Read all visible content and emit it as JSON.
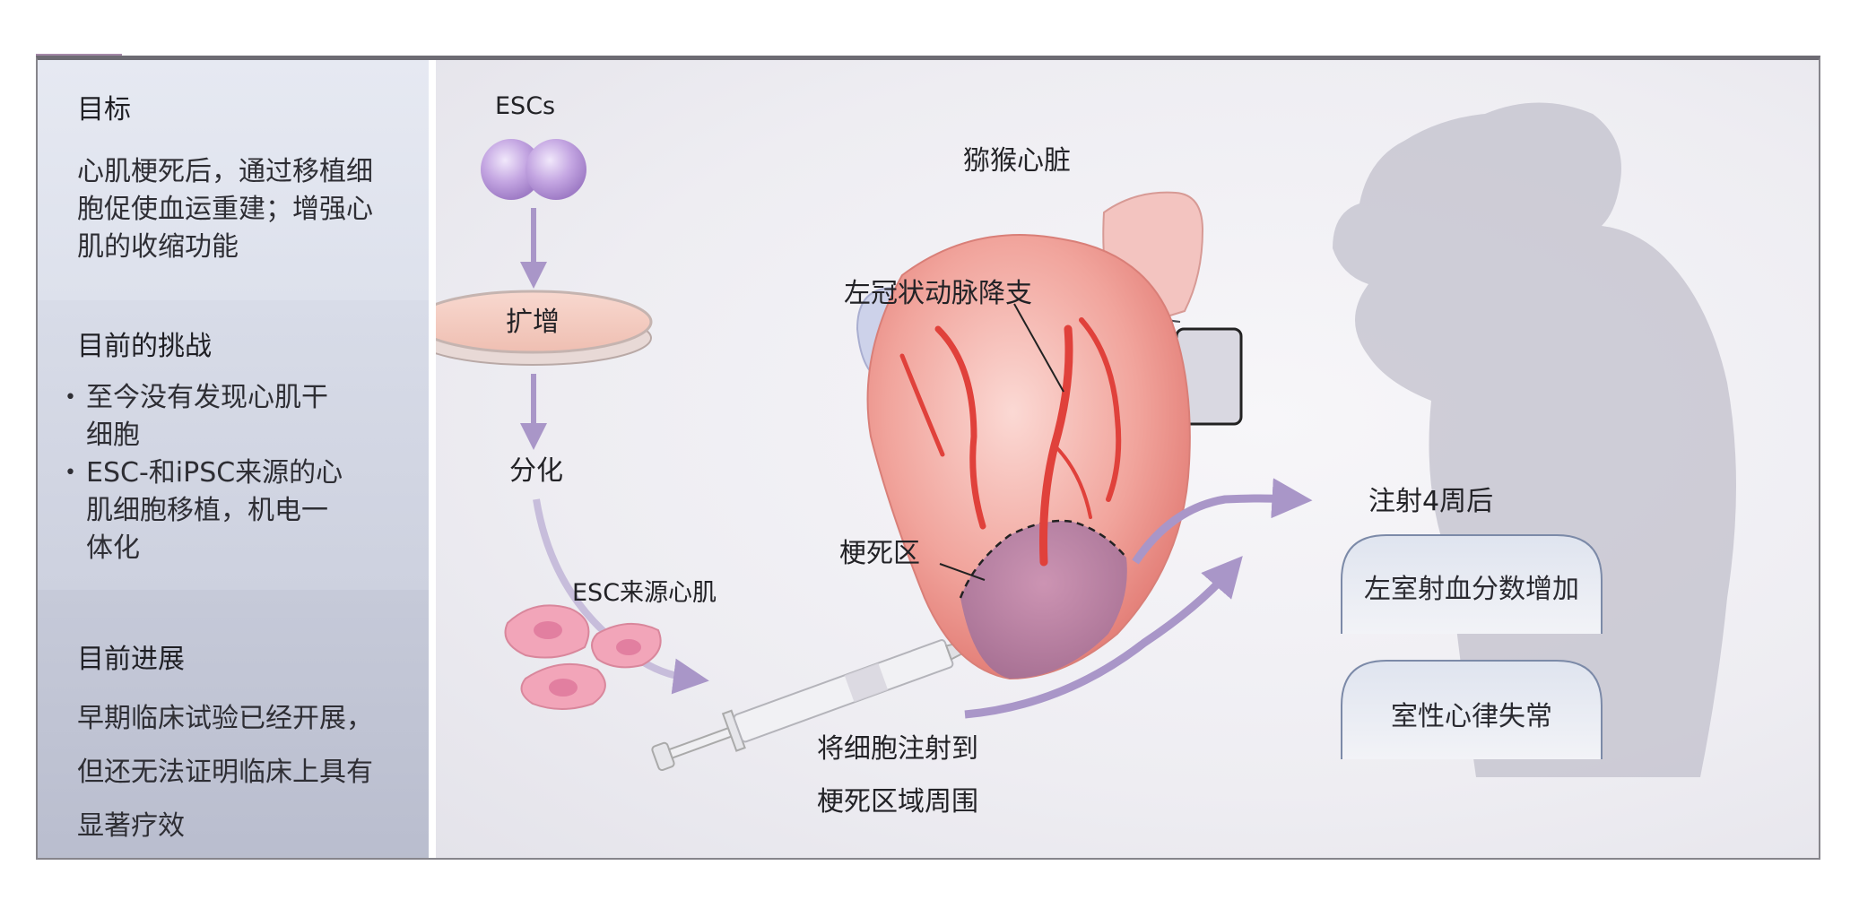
{
  "left_panel": {
    "goal": {
      "title": "目标",
      "text_lines": [
        "心肌梗死后，通过移植细",
        "胞促使血运重建；增强心",
        "肌的收缩功能"
      ]
    },
    "challenges": {
      "title": "目前的挑战",
      "bullets": [
        {
          "lines": [
            "至今没有发现心肌干",
            "细胞"
          ]
        },
        {
          "lines": [
            "ESC-和iPSC来源的心",
            "肌细胞移植，机电一",
            "体化"
          ]
        }
      ]
    },
    "progress": {
      "title": "目前进展",
      "text_lines": [
        "早期临床试验已经开展，",
        "但还无法证明临床上具有",
        "显著疗效"
      ]
    }
  },
  "diagram": {
    "escs_label": "ESCs",
    "expand_label": "扩增",
    "differentiate_label": "分化",
    "esc_cardio_label": "ESC来源心肌",
    "monkey_heart_label": "猕猴心脏",
    "lad_label": "左冠状动脉降支",
    "infarct_label": "梗死区",
    "inject_label_lines": [
      "将细胞注射到",
      "梗死区域周围"
    ],
    "after_label": "注射4周后",
    "results": [
      "左室射血分数增加",
      "室性心律失常"
    ]
  },
  "colors": {
    "arrow_purple": "#a996c8",
    "heart_red": "#e0413b",
    "cell_purple": "#b79ad8",
    "cardio_pink": "#f0a2b4"
  }
}
